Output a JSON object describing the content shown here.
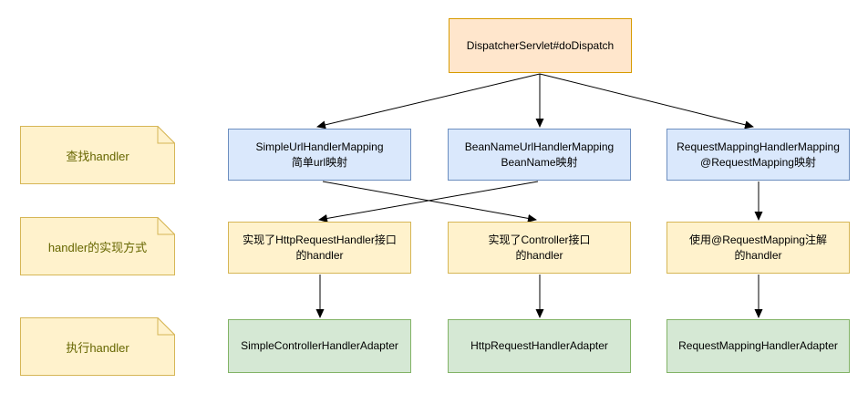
{
  "diagram": {
    "root": {
      "label": "DispatcherServlet#doDispatch"
    },
    "stage_notes": [
      {
        "label": "查找handler"
      },
      {
        "label": "handler的实现方式"
      },
      {
        "label": "执行handler"
      }
    ],
    "handler_mappings": [
      {
        "line1": "SimpleUrlHandlerMapping",
        "line2": "简单url映射"
      },
      {
        "line1": "BeanNameUrlHandlerMapping",
        "line2": "BeanName映射"
      },
      {
        "line1": "RequestMappingHandlerMapping",
        "line2": "@RequestMapping映射"
      }
    ],
    "handler_types": [
      {
        "line1": "实现了HttpRequestHandler接口",
        "line2": "的handler"
      },
      {
        "line1": "实现了Controller接口",
        "line2": "的handler"
      },
      {
        "line1": "使用@RequestMapping注解",
        "line2": "的handler"
      }
    ],
    "handler_adapters": [
      {
        "label": "SimpleControllerHandlerAdapter"
      },
      {
        "label": "HttpRequestHandlerAdapter"
      },
      {
        "label": "RequestMappingHandlerAdapter"
      }
    ],
    "edges": [
      {
        "from": "DispatcherServlet#doDispatch",
        "to": "SimpleUrlHandlerMapping"
      },
      {
        "from": "DispatcherServlet#doDispatch",
        "to": "BeanNameUrlHandlerMapping"
      },
      {
        "from": "DispatcherServlet#doDispatch",
        "to": "RequestMappingHandlerMapping"
      },
      {
        "from": "SimpleUrlHandlerMapping",
        "to": "实现了Controller接口的handler"
      },
      {
        "from": "BeanNameUrlHandlerMapping",
        "to": "实现了HttpRequestHandler接口的handler"
      },
      {
        "from": "RequestMappingHandlerMapping",
        "to": "使用@RequestMapping注解的handler"
      },
      {
        "from": "实现了HttpRequestHandler接口的handler",
        "to": "SimpleControllerHandlerAdapter"
      },
      {
        "from": "实现了Controller接口的handler",
        "to": "HttpRequestHandlerAdapter"
      },
      {
        "from": "使用@RequestMapping注解的handler",
        "to": "RequestMappingHandlerAdapter"
      }
    ],
    "colors": {
      "top_fill": "#FFE6CC",
      "top_stroke": "#D79B00",
      "mapping_fill": "#DAE8FC",
      "mapping_stroke": "#6C8EBF",
      "type_fill": "#FFF2CC",
      "type_stroke": "#D6B656",
      "adapter_fill": "#D5E8D4",
      "adapter_stroke": "#82B366",
      "note_text": "#666600",
      "arrow": "#000000"
    }
  }
}
